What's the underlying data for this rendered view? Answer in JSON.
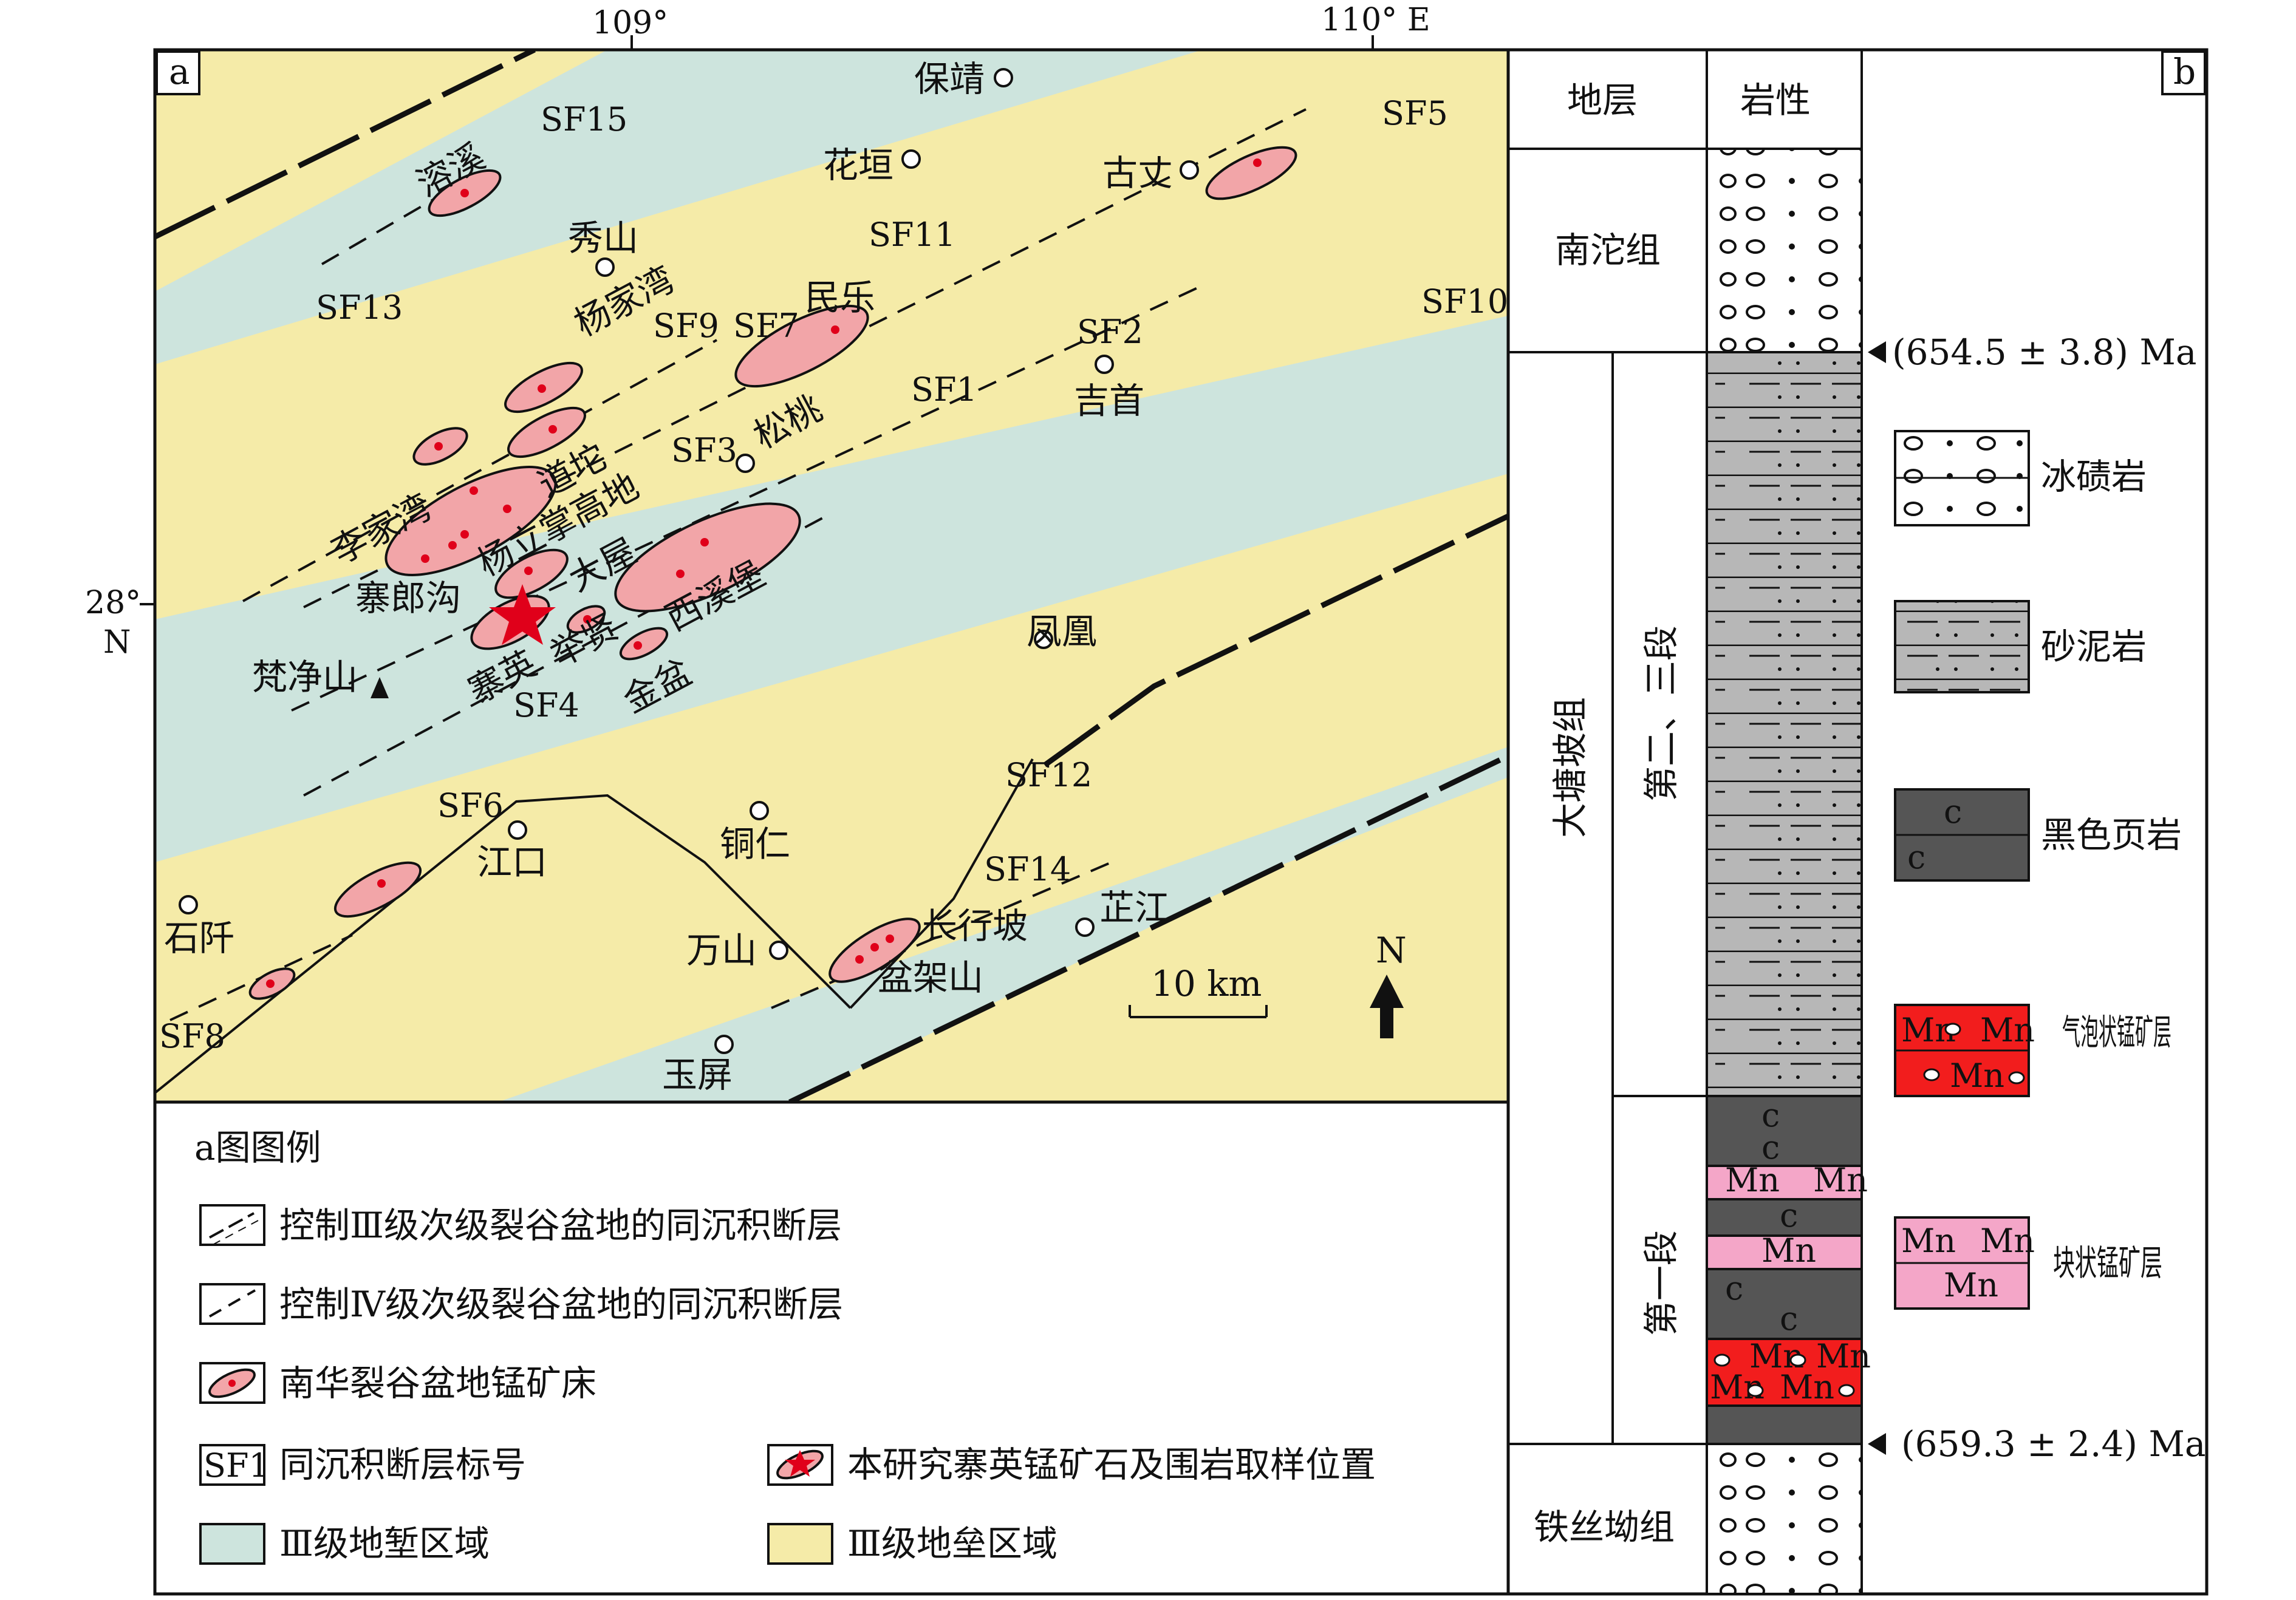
{
  "panel_a": {
    "tag": "a",
    "coords": {
      "lon1": "109°",
      "lon2": "110° E",
      "lat": "28°",
      "lat_dir": "N"
    },
    "faults": [
      "SF15",
      "SF13",
      "SF11",
      "SF5",
      "SF9",
      "SF7",
      "SF2",
      "SF1",
      "SF3",
      "SF10",
      "SF4",
      "SF6",
      "SF12",
      "SF14",
      "SF8"
    ],
    "places": [
      "保靖",
      "花垣",
      "古丈",
      "秀山",
      "民乐",
      "杨家湾",
      "吉首",
      "道坨",
      "松桃",
      "李家湾",
      "杨立掌高地",
      "大屋",
      "寨郎沟",
      "西溪堡",
      "梵净山",
      "举贤",
      "寨英",
      "金盆",
      "凤凰",
      "江口",
      "铜仁",
      "石阡",
      "万山",
      "长行坡",
      "芷江",
      "盆架山",
      "玉屏",
      "溶溪"
    ],
    "scale": "10 km",
    "north": "N",
    "legend": {
      "title": "a图图例",
      "items": [
        "控制Ⅲ级次级裂谷盆地的同沉积断层",
        "控制Ⅳ级次级裂谷盆地的同沉积断层",
        "南华裂谷盆地锰矿床",
        "同沉积断层标号",
        "Ⅲ级地堑区域",
        "本研究寨英锰矿石及围岩取样位置",
        "Ⅲ级地垒区域"
      ],
      "sf_symbol": "SF1"
    },
    "colors": {
      "graben": "#cde4dd",
      "horst": "#f5eba8",
      "deposit": "#f2a5a8",
      "dot": "#e0001a"
    }
  },
  "panel_b": {
    "tag": "b",
    "headers": [
      "地层",
      "岩性"
    ],
    "formations": [
      "南沱组",
      "大塘坡组",
      "铁丝坳组"
    ],
    "members": [
      "第二、三段",
      "第一段"
    ],
    "ages": [
      "(654.5 ± 3.8) Ma",
      "(659.3 ± 2.4) Ma"
    ],
    "legend": [
      "冰碛岩",
      "砂泥岩",
      "黑色页岩",
      "气泡状锰矿层",
      "块状锰矿层"
    ],
    "symbols": {
      "c": "c",
      "mn": "Mn"
    }
  }
}
